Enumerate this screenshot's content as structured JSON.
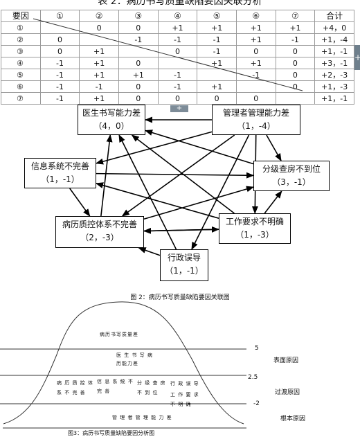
{
  "table": {
    "caption": "表 2：病历书写质量缺陷要因关联分析",
    "header": [
      "要因",
      "①",
      "②",
      "③",
      "④",
      "⑤",
      "⑥",
      "⑦",
      "合计"
    ],
    "rows": [
      [
        "①",
        "",
        "0",
        "0",
        "+1",
        "+1",
        "+1",
        "+1",
        "+4，0"
      ],
      [
        "②",
        "0",
        "",
        "-1",
        "-1",
        "-1",
        "+1",
        "-1",
        "+1，-4"
      ],
      [
        "③",
        "0",
        "+1",
        "",
        "0",
        "-1",
        "0",
        "0",
        "+1，-1"
      ],
      [
        "④",
        "-1",
        "+1",
        "0",
        "",
        "+1",
        "+1",
        "0",
        "+3，-1"
      ],
      [
        "⑤",
        "-1",
        "+1",
        "+1",
        "-1",
        "",
        "-1",
        "0",
        "+2，-3"
      ],
      [
        "⑥",
        "-1",
        "-1",
        "0",
        "-1",
        "+1",
        "",
        "0",
        "+1，-3"
      ],
      [
        "⑦",
        "-1",
        "+1",
        "0",
        "0",
        "0",
        "0",
        "",
        "+1，-1"
      ]
    ]
  },
  "ui": {
    "edge_tab": "+",
    "plus_tab": "+"
  },
  "nodes": [
    {
      "id": "n1",
      "label": "医生书写能力差",
      "score": "（4，0）"
    },
    {
      "id": "n2",
      "label": "管理者管理能力差",
      "score": "（1，-4）"
    },
    {
      "id": "n3",
      "label": "信息系统不完善",
      "score": "（1，-1）"
    },
    {
      "id": "n4",
      "label": "分级查房不到位",
      "score": "（3，-1）"
    },
    {
      "id": "n5",
      "label": "病历质控体系不完善",
      "score": "（2，-3）"
    },
    {
      "id": "n6",
      "label": "工作要求不明确",
      "score": "（1，-3）"
    },
    {
      "id": "n7",
      "label": "行政误导",
      "score": "（1，-1）"
    }
  ],
  "edges": [
    [
      "n2",
      "n1"
    ],
    [
      "n2",
      "n3"
    ],
    [
      "n2",
      "n4"
    ],
    [
      "n2",
      "n5"
    ],
    [
      "n2",
      "n6"
    ],
    [
      "n2",
      "n7"
    ],
    [
      "n3",
      "n5"
    ],
    [
      "n3",
      "n4"
    ],
    [
      "n4",
      "n1"
    ],
    [
      "n5",
      "n1"
    ],
    [
      "n5",
      "n4"
    ],
    [
      "n5",
      "n6"
    ],
    [
      "n6",
      "n1"
    ],
    [
      "n6",
      "n3"
    ],
    [
      "n6",
      "n5"
    ],
    [
      "n6",
      "n4"
    ],
    [
      "n7",
      "n1"
    ],
    [
      "n7",
      "n5"
    ]
  ],
  "figure2_caption": "图 2：病历书写质量缺陷要因关联图",
  "mountain": {
    "cells": {
      "top": "病历书写质量差",
      "doctor_line1": "医 生 书 写 病",
      "doctor_line2": "历能力差",
      "qc_line1": "病 历 质 控 体",
      "qc_line2": "系 不 完 善",
      "info_line1": "信 息 系 统 不",
      "info_line2": "完 善",
      "rounds_line1": "分 级 查 房",
      "rounds_line2": "不 到 位",
      "admin_line1": "行 政 误 导",
      "admin_line2": "工 作 要 求",
      "admin_line3": "不 明 确",
      "manager": "管 理 者 管 理 能 力 差"
    },
    "levels": [
      "5",
      "2.5",
      "-2"
    ],
    "levels_right": [
      "表面原因",
      "过渡原因",
      "根本原因"
    ]
  },
  "bottom_caption": "图3：病历书写质量缺陷要因分析图"
}
